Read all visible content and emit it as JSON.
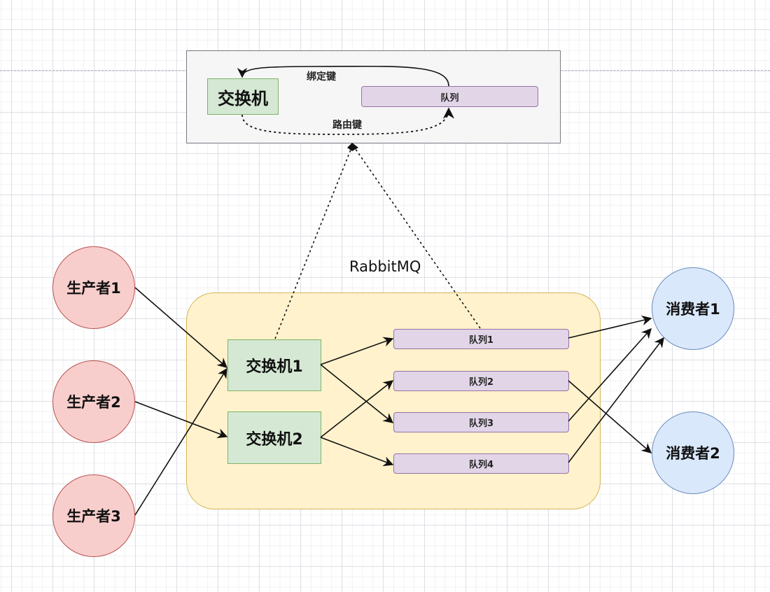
{
  "legend": {
    "exchange_label": "交换机",
    "queue_label": "队列",
    "binding_key_label": "绑定键",
    "routing_key_label": "路由键"
  },
  "broker": {
    "title": "RabbitMQ",
    "exchanges": [
      {
        "label": "交换机1"
      },
      {
        "label": "交换机2"
      }
    ],
    "queues": [
      {
        "label": "队列1"
      },
      {
        "label": "队列2"
      },
      {
        "label": "队列3"
      },
      {
        "label": "队列4"
      }
    ]
  },
  "producers": [
    {
      "label": "生产者1"
    },
    {
      "label": "生产者2"
    },
    {
      "label": "生产者3"
    }
  ],
  "consumers": [
    {
      "label": "消费者1"
    },
    {
      "label": "消费者2"
    }
  ],
  "connections": [
    {
      "from": "生产者1",
      "to": "交换机1",
      "style": "solid"
    },
    {
      "from": "生产者2",
      "to": "交换机2",
      "style": "solid"
    },
    {
      "from": "生产者3",
      "to": "交换机1",
      "style": "solid"
    },
    {
      "from": "交换机1",
      "to": "队列1",
      "style": "solid"
    },
    {
      "from": "交换机1",
      "to": "队列3",
      "style": "solid"
    },
    {
      "from": "交换机2",
      "to": "队列2",
      "style": "solid"
    },
    {
      "from": "交换机2",
      "to": "队列4",
      "style": "solid"
    },
    {
      "from": "队列1",
      "to": "消费者1",
      "style": "solid"
    },
    {
      "from": "队列2",
      "to": "消费者2",
      "style": "solid"
    },
    {
      "from": "队列3",
      "to": "消费者1",
      "style": "solid"
    },
    {
      "from": "队列4",
      "to": "消费者1",
      "style": "solid"
    },
    {
      "from": "交换机1",
      "to": "legend",
      "style": "dashed"
    },
    {
      "from": "队列1",
      "to": "legend",
      "style": "dashed"
    },
    {
      "from": "队列",
      "to": "交换机",
      "style": "solid",
      "label": "绑定键"
    },
    {
      "from": "交换机",
      "to": "队列",
      "style": "dashed",
      "label": "路由键"
    }
  ],
  "colors": {
    "producer_fill": "#f8cecc",
    "consumer_fill": "#dae8fc",
    "exchange_fill": "#d5e8d4",
    "queue_fill": "#e1d5e7",
    "container_fill": "#fff2cc"
  }
}
